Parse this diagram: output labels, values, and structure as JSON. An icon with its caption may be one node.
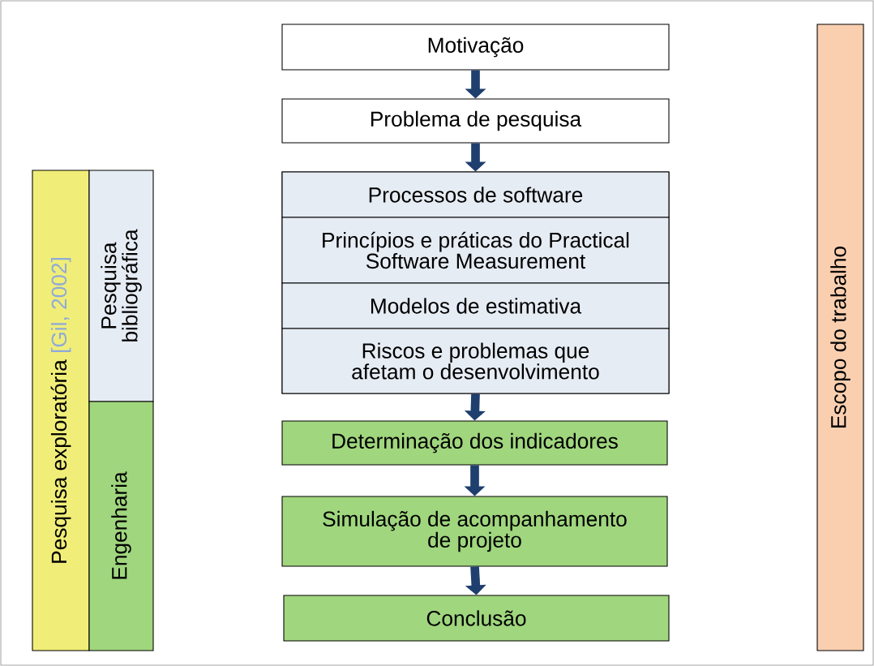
{
  "diagram": {
    "nodes": [
      {
        "text": [
          "Motivação"
        ]
      },
      {
        "text": [
          "Problema de pesquisa"
        ]
      },
      {
        "text": [],
        "shape": "box"
      },
      {
        "text": [
          "Processos de software"
        ],
        "in": 2
      },
      {
        "text": [
          "Princípios e práticas do Practical Software Measurement"
        ],
        "in": 2
      },
      {
        "text": [
          "Modelos de estimativa"
        ],
        "in": 2
      },
      {
        "text": [
          "Riscos e problemas que afetam o desenvolvimento"
        ],
        "in": 2
      },
      {
        "text": [
          "Determinação dos indicadores"
        ]
      },
      {
        "text": [
          "Simulação de acompanhamento de projeto"
        ]
      },
      {
        "text": [
          "Conclusão"
        ]
      },
      {
        "text": [
          "Pesquisa exploratória",
          "[Gil, 2002]"
        ]
      },
      {
        "text": [
          "Pesquisa bibliográfica"
        ]
      },
      {
        "text": [
          "Engenharia"
        ]
      },
      {
        "text": [
          "Escopo do trabalho"
        ]
      }
    ],
    "edges": [
      {
        "from": 0,
        "to": 1,
        "arrow": "to"
      },
      {
        "from": 1,
        "to": 2,
        "arrow": "to"
      },
      {
        "from": 2,
        "to": 7,
        "arrow": "to"
      },
      {
        "from": 7,
        "to": 8,
        "arrow": "to"
      },
      {
        "from": 8,
        "to": 9,
        "arrow": "to"
      }
    ]
  }
}
